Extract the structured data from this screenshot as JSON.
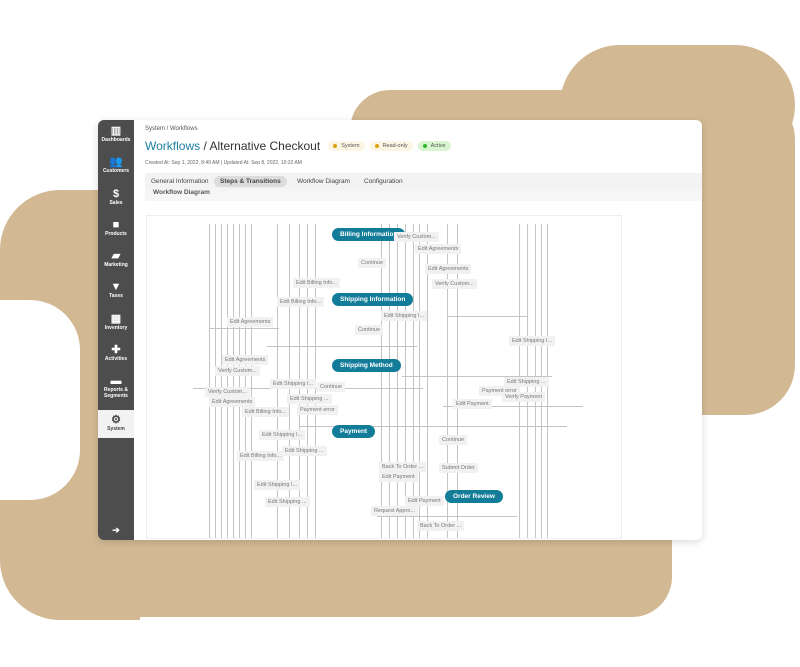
{
  "breadcrumb": "System / Workflows",
  "title": {
    "link": "Workflows",
    "separator": " / ",
    "name": "Alternative Checkout"
  },
  "badges": [
    {
      "label": "System",
      "color": "#e0a010"
    },
    {
      "label": "Read-only",
      "color": "#e0a010"
    },
    {
      "label": "Active",
      "color": "#2cb52c"
    }
  ],
  "meta": "Created At: Sep 1, 2022, 8:49 AM  |  Updated At: Sep 8, 2022, 10:32 AM",
  "tabs": [
    "General Information",
    "Steps & Transitions",
    "Workflow Diagram",
    "Configuration"
  ],
  "active_tab": "Steps & Transitions",
  "section": "Workflow Diagram",
  "sidebar": [
    {
      "label": "Dashboards",
      "icon": "chart-icon"
    },
    {
      "label": "Customers",
      "icon": "users-icon"
    },
    {
      "label": "Sales",
      "icon": "dollar-icon"
    },
    {
      "label": "Products",
      "icon": "briefcase-icon"
    },
    {
      "label": "Marketing",
      "icon": "book-icon"
    },
    {
      "label": "Taxes",
      "icon": "filter-icon"
    },
    {
      "label": "Inventory",
      "icon": "building-icon"
    },
    {
      "label": "Activities",
      "icon": "puzzle-icon"
    },
    {
      "label": "Reports & Segments",
      "icon": "folder-icon"
    },
    {
      "label": "System",
      "icon": "gear-icon"
    }
  ],
  "diagram": {
    "nodes": [
      "Billing Information",
      "Shipping Information",
      "Shipping Method",
      "Payment",
      "Order Review"
    ],
    "labels": [
      "Verify Custom...",
      "Edit Agreements",
      "Continue",
      "Edit Agreements",
      "Verify Custom...",
      "Edit Billing Info...",
      "Edit Billing Info...",
      "Edit Shipping I...",
      "Edit Agreements",
      "Continue",
      "Edit Agreements",
      "Verify Custom...",
      "Edit Shipping I...",
      "Continue",
      "Verify Custom...",
      "Edit Agreements",
      "Edit Shipping ...",
      "Edit Billing Info...",
      "Payment error",
      "Edit Payment",
      "Edit Shipping ...",
      "Payment error",
      "Verify Payment",
      "Edit Shipping I...",
      "Edit Shipping ...",
      "Edit Billing Info...",
      "Continue",
      "Back To Order ...",
      "Submit Order",
      "Edit Payment",
      "Edit Shipping I...",
      "Edit Shipping ...",
      "Edit Payment",
      "Request Appro...",
      "Back To Order ...",
      "Edit Shipping I..."
    ]
  }
}
